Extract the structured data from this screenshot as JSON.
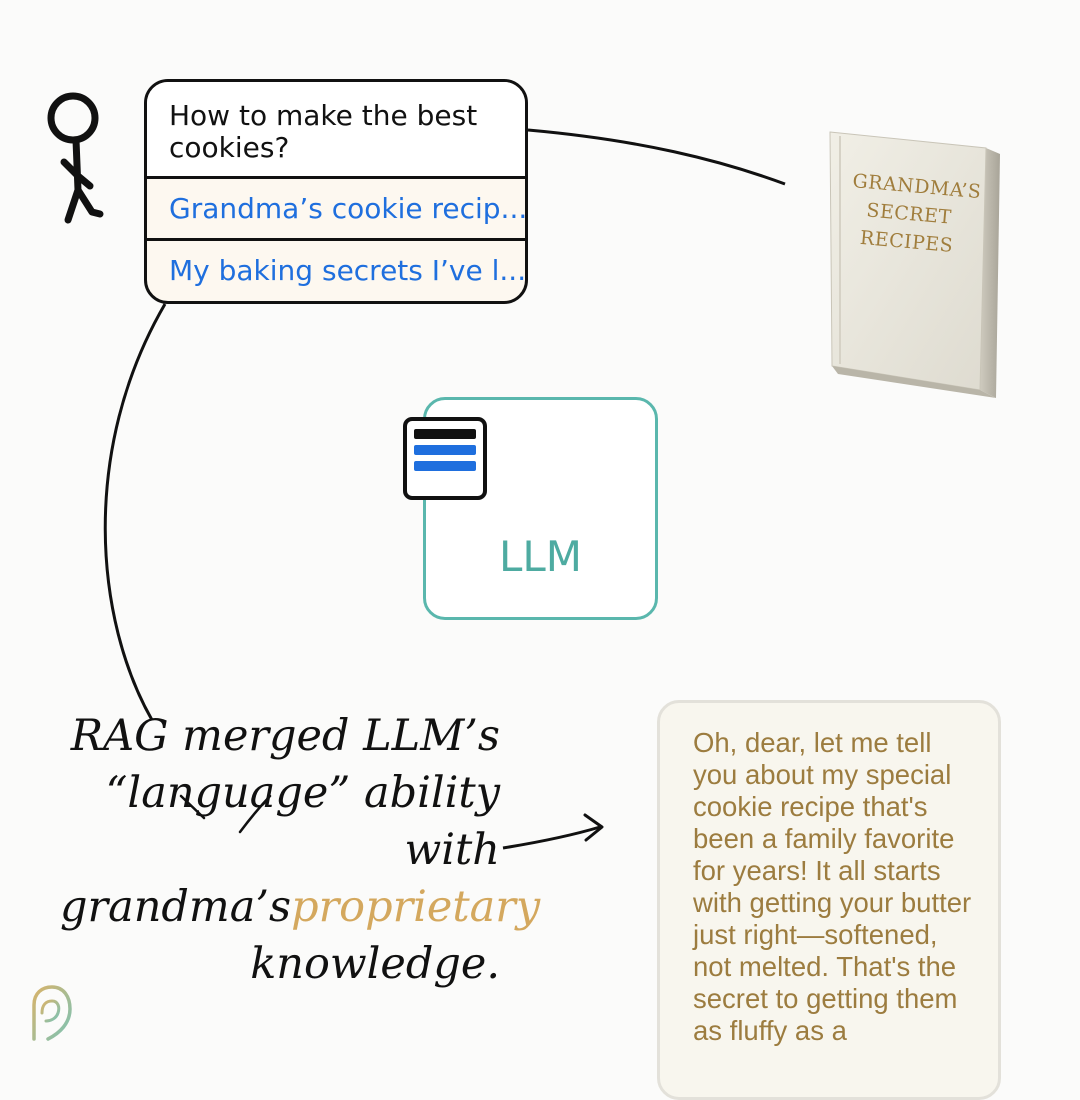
{
  "query": {
    "question": "How to make the best cookies?",
    "sources": [
      "Grandma’s cookie recip...",
      "My baking secrets I’ve l..."
    ]
  },
  "book": {
    "title_lines": [
      "GRANDMA’S",
      "SECRET",
      "RECIPES"
    ]
  },
  "llm": {
    "label": "LLM"
  },
  "caption": {
    "line1": "RAG merged LLM’s",
    "line2": "“language” ability with",
    "line3_pre": "grandma’s",
    "highlight": "proprietary",
    "line4": "knowledge."
  },
  "response": {
    "text": "Oh, dear, let me tell you about my special cookie recipe that's been a family favorite for years! It all starts with getting your butter just right—softened, not melted. That's the secret to getting them as fluffy as a"
  },
  "colors": {
    "link_blue": "#1f6fde",
    "llm_teal": "#5ab7ad",
    "gold": "#d4a85e",
    "response_text": "#9c7c3f"
  }
}
